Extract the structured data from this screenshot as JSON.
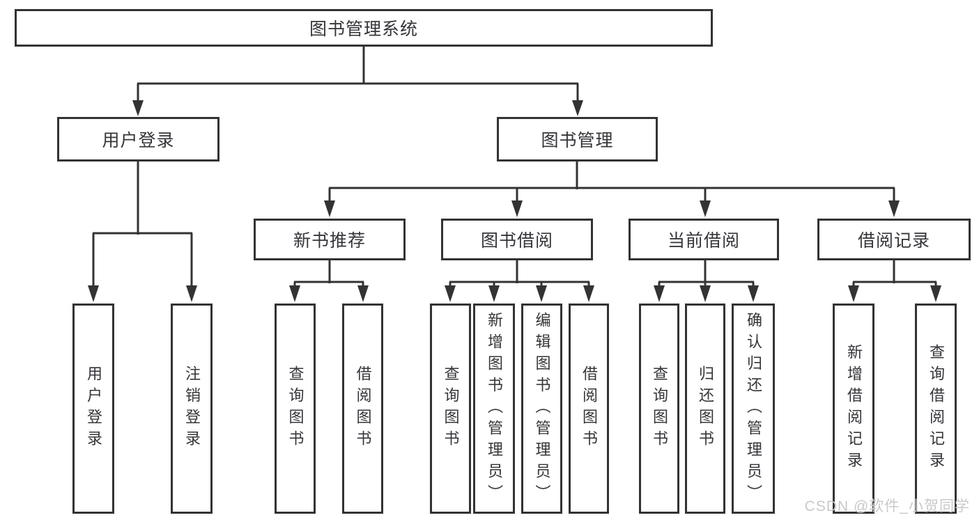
{
  "tree": {
    "root": {
      "label": "图书管理系统"
    },
    "branches": [
      {
        "label": "用户登录",
        "children": [
          {
            "label": "用户登录"
          },
          {
            "label": "注销登录"
          }
        ]
      },
      {
        "label": "图书管理",
        "children": [
          {
            "label": "新书推荐",
            "children": [
              {
                "label": "查询图书"
              },
              {
                "label": "借阅图书"
              }
            ]
          },
          {
            "label": "图书借阅",
            "children": [
              {
                "label": "查询图书"
              },
              {
                "label": "新增图书（管理员）"
              },
              {
                "label": "编辑图书（管理员）"
              },
              {
                "label": "借阅图书"
              }
            ]
          },
          {
            "label": "当前借阅",
            "children": [
              {
                "label": "查询图书"
              },
              {
                "label": "归还图书"
              },
              {
                "label": "确认归还（管理员）"
              }
            ]
          },
          {
            "label": "借阅记录",
            "children": [
              {
                "label": "新增借阅记录"
              },
              {
                "label": "查询借阅记录"
              }
            ]
          }
        ]
      }
    ]
  },
  "watermark": {
    "text": "CSDN @软件_小贺同学"
  },
  "colors": {
    "line": "#333333",
    "box_border": "#333333",
    "text": "#35353a",
    "background": "#ffffff",
    "watermark": "#c9c9c9"
  }
}
